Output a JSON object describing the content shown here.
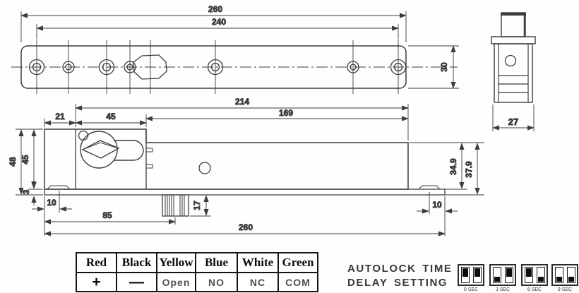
{
  "top_view": {
    "dim_overall_length": "260",
    "dim_hole_span": "240",
    "dim_plate_width": "30"
  },
  "side_view": {
    "dim_body_length": "214",
    "dim_left_offset": "21",
    "dim_cylinder_section": "45",
    "dim_right_section": "169",
    "dim_height_with_plate": "48",
    "dim_height_body_left": "45",
    "dim_plate_thickness": "3",
    "dim_screw_left": "10",
    "dim_bolt_position": "85",
    "dim_overall_length": "260",
    "dim_screw_right": "10",
    "dim_bolt_height": "17",
    "dim_height_body_right": "34.9",
    "dim_height_right_with_plate": "37.9"
  },
  "end_view": {
    "dim_width": "27"
  },
  "wiring_table": {
    "headers": [
      "Red",
      "Black",
      "Yellow",
      "Blue",
      "White",
      "Green"
    ],
    "values": [
      "+",
      "—",
      "Open",
      "NO",
      "NC",
      "COM"
    ]
  },
  "autolock": {
    "title_line1": "AUTOLOCK TIME",
    "title_line2": "DELAY SETTING",
    "switches": [
      {
        "label": "0 SEC",
        "positions": [
          "up",
          "up"
        ]
      },
      {
        "label": "3 SEC",
        "positions": [
          "down",
          "up"
        ]
      },
      {
        "label": "6 SEC",
        "positions": [
          "up",
          "down"
        ]
      },
      {
        "label": "9 SEC",
        "positions": [
          "down",
          "down"
        ]
      }
    ]
  },
  "colors": {
    "line": "#3c3c3c",
    "dim_text": "#3a3f4c",
    "table_gray_text": "#4f4f4f"
  }
}
